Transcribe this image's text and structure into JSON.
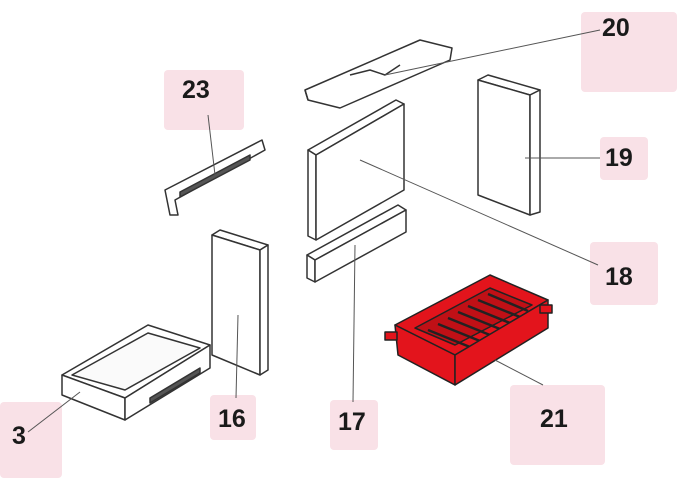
{
  "labels": {
    "p3": "3",
    "p16": "16",
    "p17": "17",
    "p18": "18",
    "p19": "19",
    "p20": "20",
    "p21": "21",
    "p23": "23"
  },
  "colors": {
    "highlight": "#e3141c",
    "label_bg": "#f9e1e7"
  }
}
